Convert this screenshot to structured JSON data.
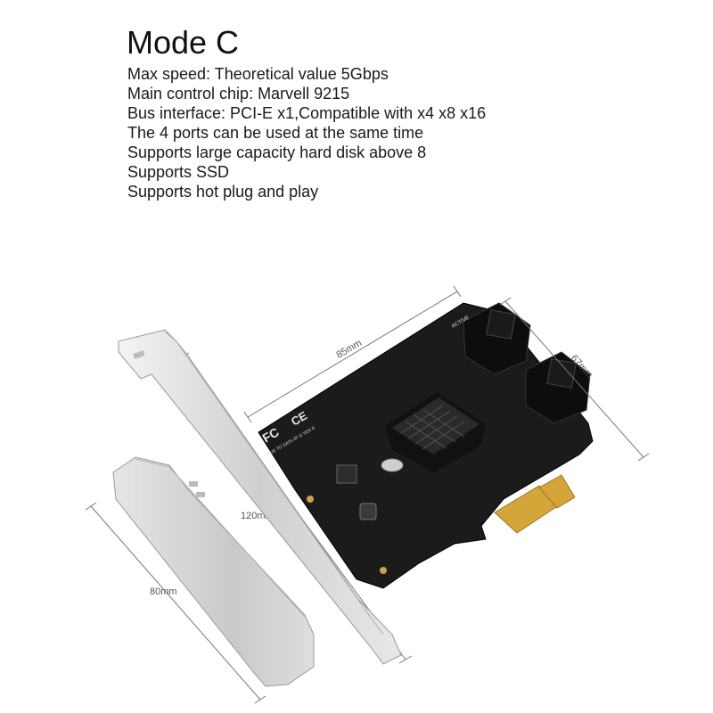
{
  "heading": "Mode C",
  "specs": [
    "Max speed:   Theoretical value 5Gbps",
    "Main control chip: Marvell 9215",
    "Bus interface: PCI-E x1,Compatible with x4 x8 x16",
    "The 4 ports can be used at the same time",
    "Supports large capacity hard disk above 8",
    "Supports SSD",
    "Supports hot plug and play"
  ],
  "dimensions": {
    "pcb_length": "85mm",
    "pcb_height": "67mm",
    "full_bracket": "120mm",
    "low_bracket": "80mm"
  },
  "board_print": {
    "model": "PCIE TO SATA 4P-S VER B",
    "port_label": "ACTIVE"
  },
  "colors": {
    "pcb": "#1b1b1b",
    "heatsink": "#111111",
    "gold": "#d4a63a",
    "bracket": "#d9d9d9"
  }
}
